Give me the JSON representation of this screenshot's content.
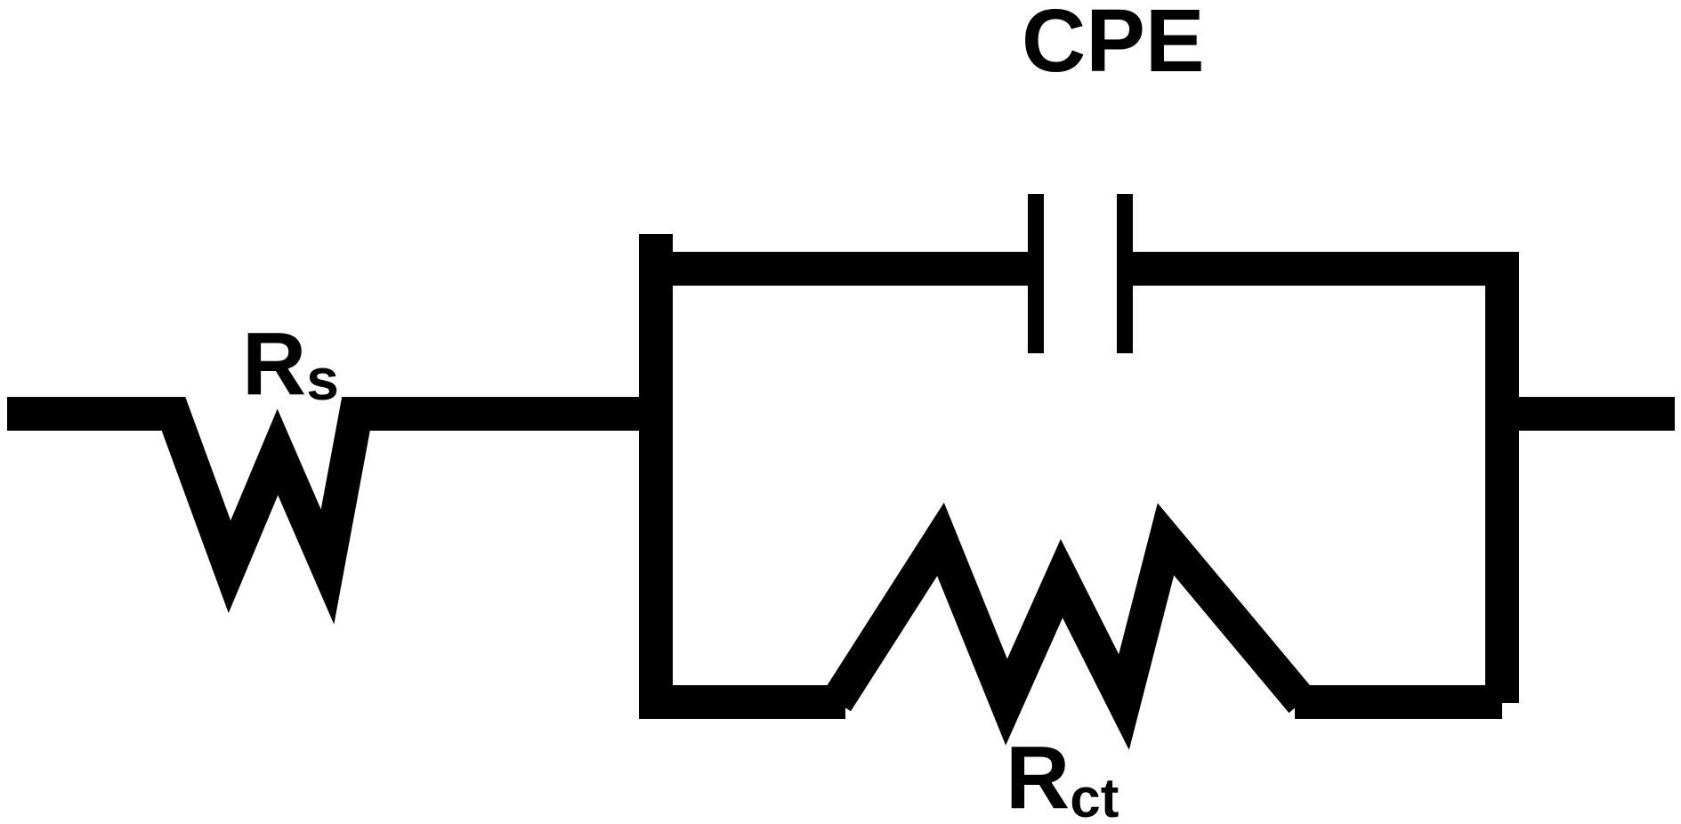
{
  "diagram": {
    "type": "equivalent-circuit",
    "colors": {
      "line": "#000000",
      "background": "#ffffff"
    },
    "components": {
      "rs": {
        "symbol": "R",
        "subscript": "s"
      },
      "cpe": {
        "label": "CPE"
      },
      "rct": {
        "symbol": "R",
        "subscript": "ct"
      }
    }
  }
}
